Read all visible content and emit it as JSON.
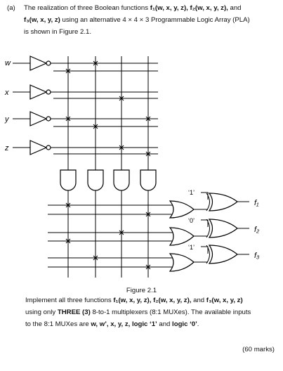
{
  "question": {
    "part": "(a)",
    "line1_a": "The realization of three Boolean functions ",
    "line1_b": "f₁(w, x, y, z), f₂(w, x, y, z),",
    "line1_c": " and",
    "line2_a": "f₃(w, x, y, z)",
    "line2_b": " using an alternative 4 × 4 × 3 Programmable Logic Array (PLA)",
    "line3": "is shown in Figure 2.1."
  },
  "figure": {
    "caption": "Figure 2.1",
    "inputs": [
      "w",
      "x",
      "y",
      "z"
    ],
    "outputs": [
      "f₁",
      "f₂",
      "f₃"
    ],
    "constants": [
      "‘1’",
      "‘0’",
      "‘1’"
    ]
  },
  "task": {
    "l1_a": "Implement all three functions ",
    "l1_b": "f₁(w, x, y, z), f₂(w, x, y, z),",
    "l1_c": " and ",
    "l1_d": "f₃(w, x, y, z)",
    "l2_a": "using only ",
    "l2_b": "THREE (3)",
    "l2_c": " 8-to-1 multiplexers (8:1 MUXes). The available inputs",
    "l3_a": "to the 8:1 MUXes are ",
    "l3_b": "w, w’, x, y, z, logic ‘1’",
    "l3_c": " and ",
    "l3_d": "logic ‘0’",
    "l3_e": "."
  },
  "marks": "(60 marks)"
}
